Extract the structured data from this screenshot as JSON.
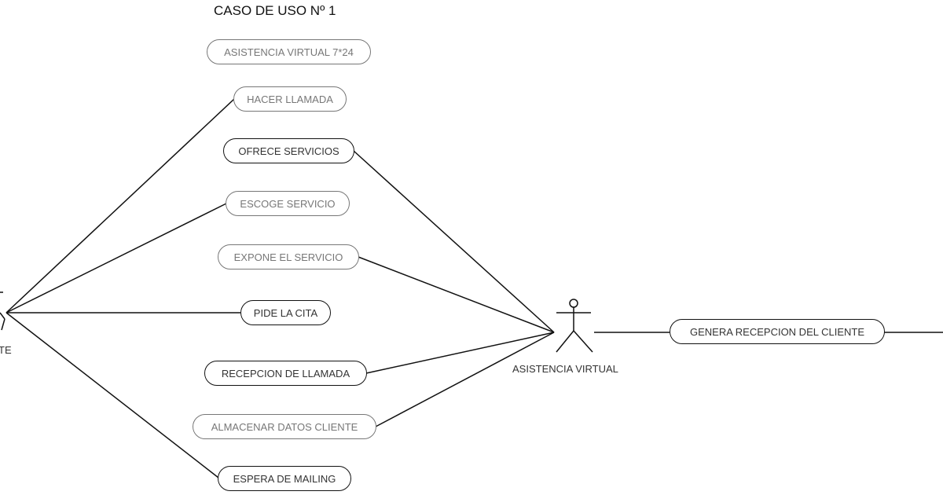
{
  "diagram": {
    "title": "CASO DE USO Nº 1",
    "actors": {
      "left_label": "TE",
      "right_label": "ASISTENCIA VIRTUAL"
    },
    "use_cases": [
      {
        "id": "asistencia-virtual-7-24",
        "label": "ASISTENCIA VIRTUAL 7*24"
      },
      {
        "id": "hacer-llamada",
        "label": "HACER LLAMADA"
      },
      {
        "id": "ofrece-servicios",
        "label": "OFRECE SERVICIOS"
      },
      {
        "id": "escoge-servicio",
        "label": "ESCOGE SERVICIO"
      },
      {
        "id": "expone-el-servicio",
        "label": "EXPONE EL SERVICIO"
      },
      {
        "id": "pide-la-cita",
        "label": "PIDE LA CITA"
      },
      {
        "id": "recepcion-de-llamada",
        "label": "RECEPCION DE LLAMADA"
      },
      {
        "id": "almacenar-datos-cliente",
        "label": "ALMACENAR DATOS CLIENTE"
      },
      {
        "id": "espera-de-mailing",
        "label": "ESPERA DE MAILING"
      },
      {
        "id": "genera-recepcion-del-cliente",
        "label": "GENERA RECEPCION DEL CLIENTE"
      }
    ]
  }
}
